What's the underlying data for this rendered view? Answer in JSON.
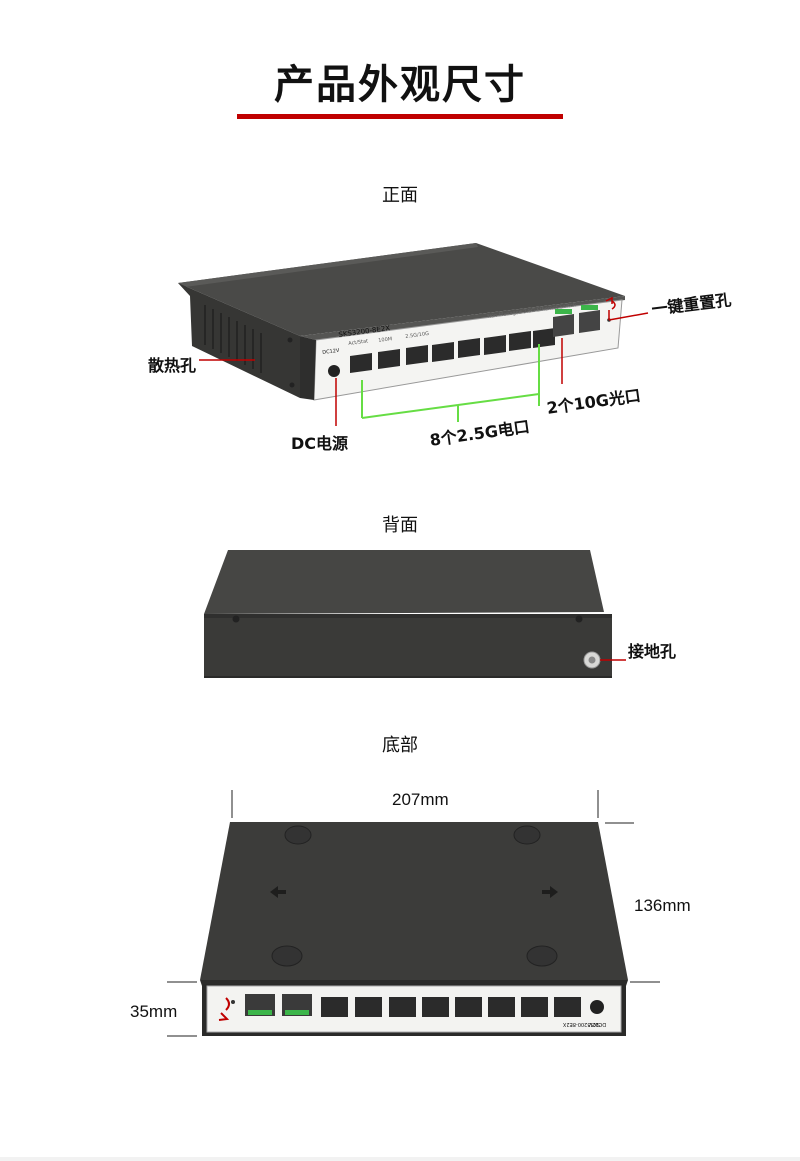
{
  "header": {
    "title": "产品外观尺寸",
    "accent_color": "#c00000"
  },
  "front": {
    "section_label": "正面",
    "callouts": {
      "reset": "一键重置孔",
      "heat_vents": "散热孔",
      "sfp_ports": "2个10G光口",
      "dc_power": "DC电源",
      "rj45_ports": "8个2.5G电口"
    },
    "panel": {
      "model": "SKS3200-8E2X",
      "subtitle": "Non-Managed 2.5G Ethernet Switch",
      "power_label": "DC12V",
      "led_legend": [
        "Act/Stat",
        "100M",
        "2.5G/10G"
      ]
    },
    "bracket_color": "#66dd44"
  },
  "back": {
    "section_label": "背面",
    "callouts": {
      "ground": "接地孔"
    }
  },
  "bottom": {
    "section_label": "底部",
    "width": "207mm",
    "depth": "136mm",
    "height": "35mm",
    "panel": {
      "model": "SKS3200-8E2X",
      "power_label": "DC12V"
    }
  },
  "colors": {
    "device_body": "#3d3d3b",
    "device_dark": "#2a2a29",
    "callout_line": "#c00000"
  }
}
